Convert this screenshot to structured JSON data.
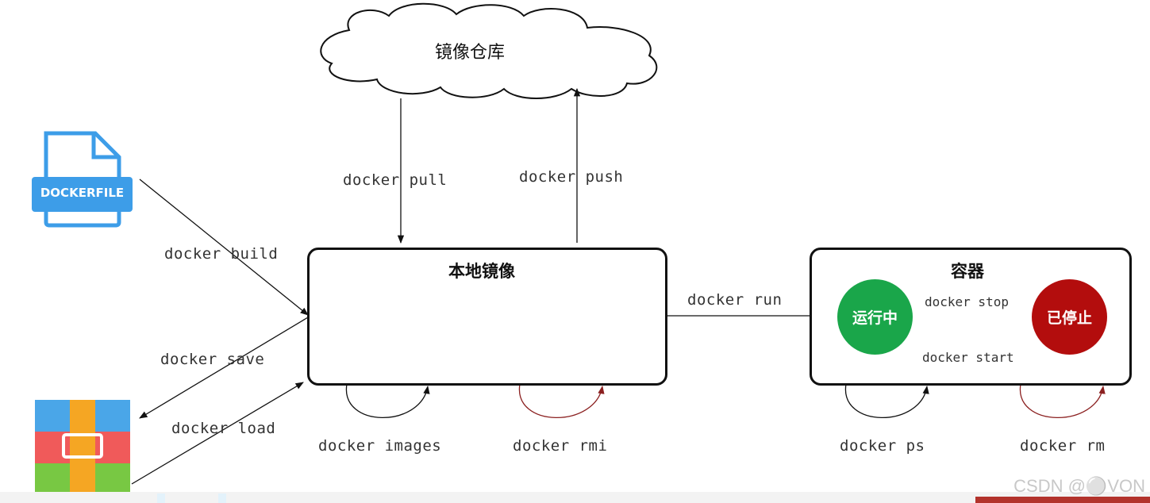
{
  "registry": {
    "label": "镜像仓库"
  },
  "local_images": {
    "label": "本地镜像"
  },
  "containers": {
    "label": "容器"
  },
  "states": {
    "running": "运行中",
    "stopped": "已停止"
  },
  "dockerfile": {
    "label": "DOCKERFILE"
  },
  "commands": {
    "pull": "docker pull",
    "push": "docker push",
    "build": "docker build",
    "save": "docker save",
    "load": "docker load",
    "run": "docker run",
    "stop": "docker stop",
    "start": "docker start",
    "images": "docker images",
    "rmi": "docker rmi",
    "ps": "docker ps",
    "rm": "docker rm"
  },
  "watermark": "CSDN @⚪VON",
  "colors": {
    "running": "#1aa64a",
    "stopped": "#b30d0d",
    "dockerfile_blue": "#3d9de8",
    "dark_red_arrow": "#8b2020"
  },
  "icons": [
    "cloud-icon",
    "dockerfile-icon",
    "archive-icon",
    "image-file-icon",
    "cursor-icon"
  ]
}
